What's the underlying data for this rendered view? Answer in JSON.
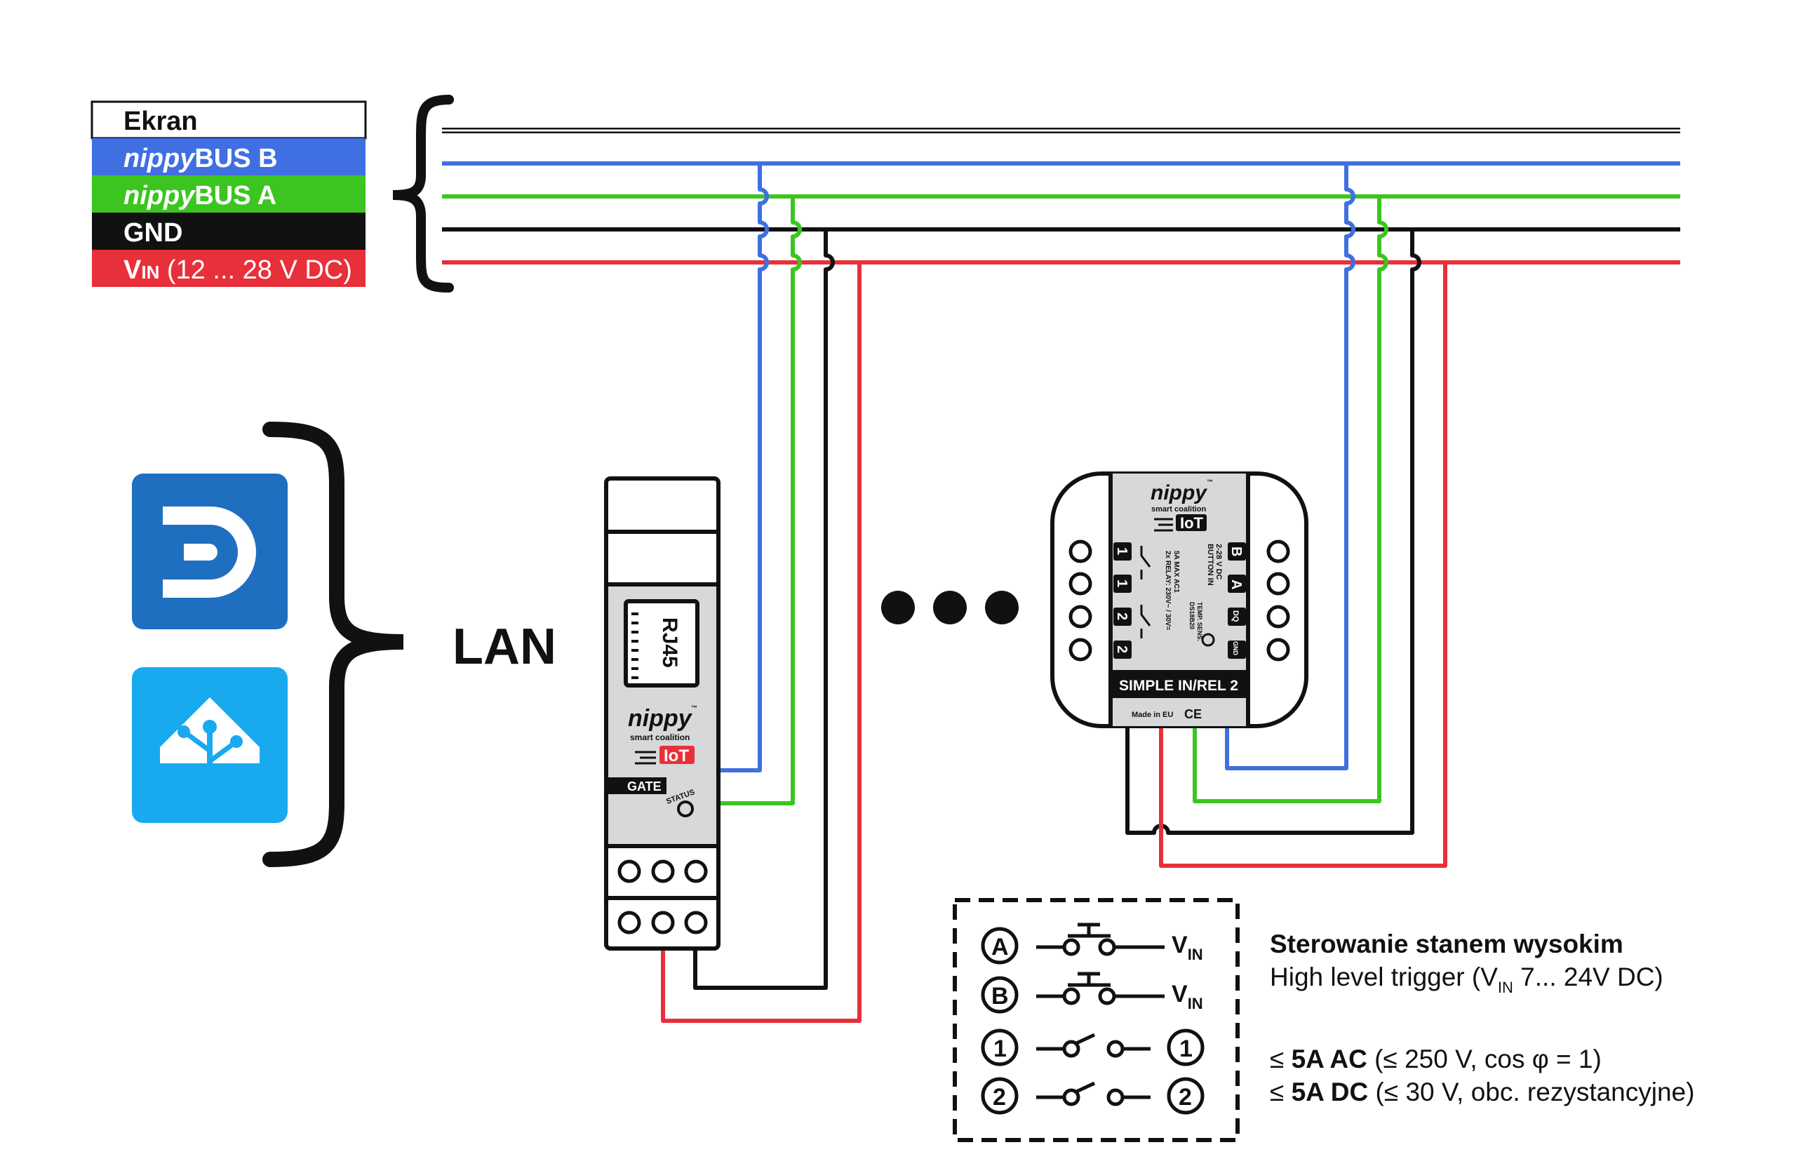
{
  "legend": {
    "ekran": "Ekran",
    "bus_b_prefix": "nippy",
    "bus_b_suffix": "BUS B",
    "bus_a_prefix": "nippy",
    "bus_a_suffix": "BUS A",
    "gnd": "GND",
    "vin_main": "V",
    "vin_sub": "IN",
    "vin_range": " (12 ... 28 V DC)"
  },
  "colors": {
    "bus_b": "#3f6fe0",
    "bus_a": "#3cc520",
    "gnd": "#111111",
    "vin": "#e8303a",
    "ekran": "#ffffff",
    "app_blue": "#1e6fc0",
    "app_light": "#19a9ef"
  },
  "icons": {
    "domoticz": "domoticz-logo",
    "home_assistant": "home-assistant-logo"
  },
  "lan_label": "LAN",
  "gate": {
    "rj45": "RJ45",
    "brand": "nippy",
    "tm": "™",
    "coalition": "smart coalition",
    "iot": "IoT",
    "model": "GATE",
    "status": "STATUS"
  },
  "relay_module": {
    "brand": "nippy",
    "tm": "™",
    "coalition": "smart coalition",
    "iot": "IoT",
    "model": "SIMPLE IN/REL 2",
    "made_in": "Made in EU",
    "ce": "CE",
    "label_relay": "2x RELAY: 230V~ / 30V=",
    "label_relay2": "5A MAX AC1",
    "label_button": "BUTTON IN",
    "label_button2": "2-28 V DC",
    "label_temp": "DS18B20",
    "label_temp2": "TEMP. SENS.",
    "term_left": [
      "1",
      "1",
      "2",
      "2"
    ],
    "term_right": [
      "B",
      "A",
      "DQ",
      "GND"
    ]
  },
  "ellipsis": "•••",
  "schematic": {
    "a": "A",
    "b": "B",
    "one": "1",
    "two": "2",
    "vin_main": "V",
    "vin_sub": "IN"
  },
  "notes": {
    "title": "Sterowanie stanem wysokim",
    "line2_a": "High level trigger (V",
    "line2_sub": "IN",
    "line2_b": " 7... 24V DC)",
    "ac_prefix": "≤ ",
    "ac_bold": "5A AC",
    "ac_rest": " (≤ 250 V, cos φ = 1)",
    "dc_prefix": "≤ ",
    "dc_bold": "5A DC",
    "dc_rest": " (≤ 30 V, obc. rezystancyjne)"
  }
}
